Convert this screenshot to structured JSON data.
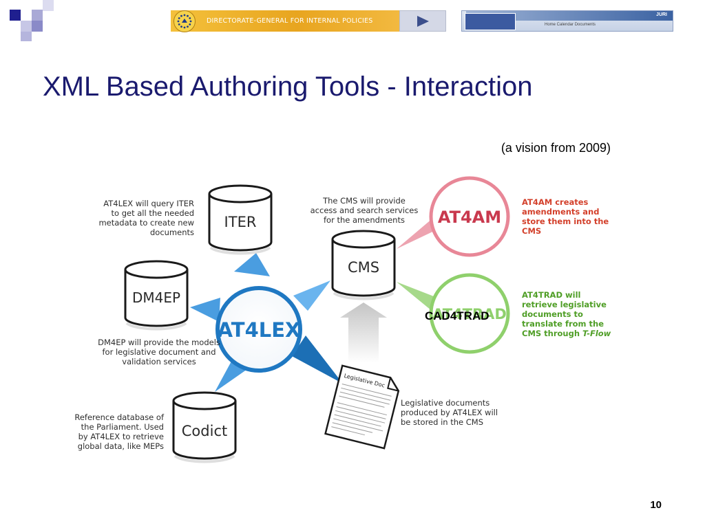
{
  "header": {
    "banner_title": "DIRECTORATE-GENERAL FOR INTERNAL POLICIES",
    "logo_icon": "eu-stars-logo-icon",
    "play_icon": "play-triangle-icon",
    "ep_tag": "JURI",
    "ep_menu": "Home   Calendar   Documents"
  },
  "slide": {
    "title": "XML Based Authoring Tools - Interaction",
    "subtitle": "(a vision from 2009)",
    "page_number": "10"
  },
  "colors": {
    "title": "#1a1a6e",
    "hub_blue": "#1f78c2",
    "at4am_pink": "#e88797",
    "at4trad_green": "#8fd06c",
    "red_text": "#d3402b",
    "green_text": "#4f9e26"
  },
  "diagram": {
    "hub": {
      "label": "AT4LEX"
    },
    "databases": {
      "iter": "ITER",
      "dm4ep": "DM4EP",
      "codict": "Codict",
      "cms": "CMS"
    },
    "circles": {
      "at4am": "AT4AM",
      "at4trad": "AT4TRAD"
    },
    "document_title": "Legislative Doc",
    "overlay_label": "CAD4TRAD",
    "notes": {
      "iter": [
        "AT4LEX will query ITER",
        "to get all the needed",
        "metadata to create new",
        "documents"
      ],
      "cms": [
        "The CMS will provide",
        "access and search services",
        "for the amendments"
      ],
      "dm4ep": [
        "DM4EP will provide the models",
        "for legislative document and",
        "validation services"
      ],
      "codict": [
        "Reference database of",
        "the Parliament. Used",
        "by AT4LEX to retrieve",
        "global data, like MEPs"
      ],
      "doc": [
        "Legislative documents",
        "produced by AT4LEX will",
        "be stored in the CMS"
      ],
      "at4am": [
        "AT4AM creates",
        "amendments and",
        "store them into the",
        "CMS"
      ],
      "at4trad": [
        "AT4TRAD will",
        "retrieve legislative",
        "documents to",
        "translate from the"
      ],
      "at4trad_last_prefix": "CMS through ",
      "at4trad_last_italic": "T-Flow"
    }
  }
}
